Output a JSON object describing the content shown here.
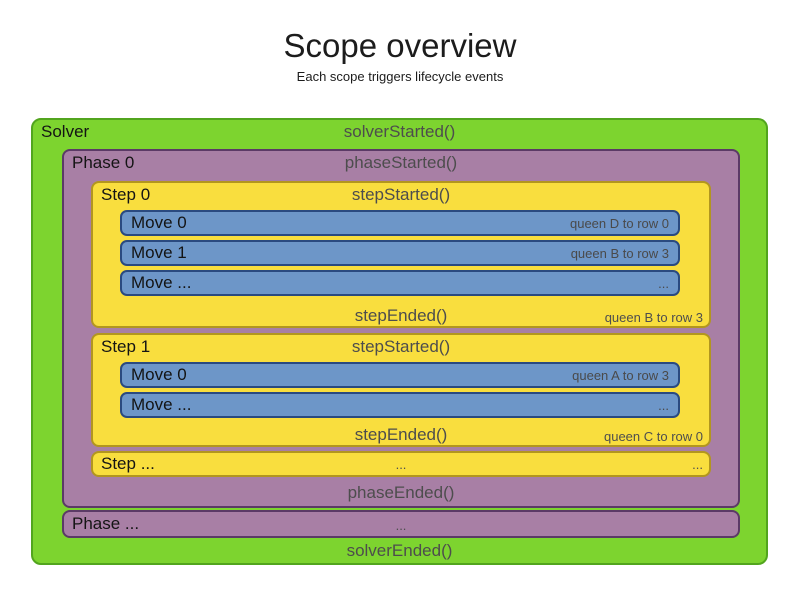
{
  "page": {
    "title": "Scope overview",
    "subtitle": "Each scope triggers lifecycle events"
  },
  "colors": {
    "solver_green": "#7dd42f",
    "solver_green_border": "#52a51e",
    "phase_purple": "#a87fa5",
    "phase_purple_border": "#5b3a66",
    "step_yellow": "#f9de3e",
    "step_yellow_border": "#b2961f",
    "move_blue": "#6d96c8",
    "move_blue_border": "#2a4a80",
    "event_text_gray": "#4d4d4d"
  },
  "solver": {
    "label": "Solver",
    "started_event": "solverStarted()",
    "ended_event": "solverEnded()",
    "phase0": {
      "label": "Phase 0",
      "started_event": "phaseStarted()",
      "ended_event": "phaseEnded()",
      "step0": {
        "label": "Step 0",
        "started_event": "stepStarted()",
        "ended_event": "stepEnded()",
        "ended_detail": "queen B to row 3",
        "moves": [
          {
            "label": "Move 0",
            "detail": "queen D to row 0"
          },
          {
            "label": "Move 1",
            "detail": "queen B to row 3"
          },
          {
            "label": "Move ...",
            "detail": "..."
          }
        ]
      },
      "step1": {
        "label": "Step 1",
        "started_event": "stepStarted()",
        "ended_event": "stepEnded()",
        "ended_detail": "queen C to row 0",
        "moves": [
          {
            "label": "Move 0",
            "detail": "queen A to row 3"
          },
          {
            "label": "Move ...",
            "detail": "..."
          }
        ]
      },
      "step_more": {
        "label": "Step ...",
        "center_text": "...",
        "right_text": "..."
      }
    },
    "phase_more": {
      "label": "Phase ...",
      "center_text": "..."
    }
  }
}
